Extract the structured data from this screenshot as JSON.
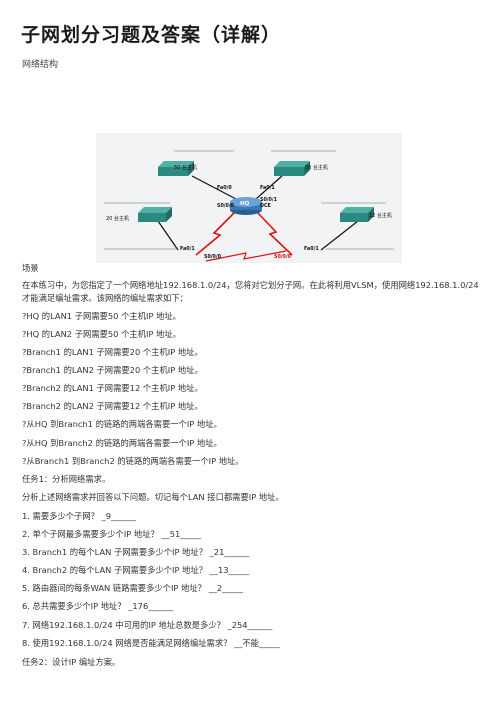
{
  "doc": {
    "title": "子网划分习题及答案（详解）",
    "section_network": "网络结构",
    "section_scene": "场景",
    "intro": "在本练习中，为您指定了一个网络地址192.168.1.0/24，您将对它划分子网。在此将利用VLSM，使用网络192.168.1.0/24 才能满足编址需求。该网络的编址需求如下：",
    "requirements": [
      "?HQ 的LAN1 子网需要50 个主机IP 地址。",
      "?HQ 的LAN2 子网需要50 个主机IP 地址。",
      "?Branch1 的LAN1 子网需要20 个主机IP 地址。",
      "?Branch1 的LAN2 子网需要20 个主机IP 地址。",
      "?Branch2 的LAN1 子网需要12 个主机IP 地址。",
      "?Branch2 的LAN2 子网需要12 个主机IP 地址。",
      "?从HQ 到Branch1 的链路的两端各需要一个IP 地址。",
      "?从HQ 到Branch2 的链路的两端各需要一个IP 地址。",
      "?从Branch1 到Branch2 的链路的两端各需要一个IP 地址。"
    ],
    "task1": "任务1：分析网络需求。",
    "task1_desc": "分析上述网络需求并回答以下问题。切记每个LAN 接口都需要IP 地址。",
    "questions": [
      "1. 需要多少个子网？ _9______",
      "2. 单个子网最多需要多少个IP 地址？ __51_____",
      "3. Branch1 的每个LAN 子网需要多少个IP 地址？ _21______",
      "4. Branch2 的每个LAN 子网需要多少个IP 地址？ __13_____",
      "5. 路由器间的每条WAN 链路需要多少个IP 地址？ __2_____",
      "6. 总共需要多少个IP 地址？ _176______",
      "7. 网络192.168.1.0/24 中可用的IP 地址总数是多少？ _254______",
      "8. 使用192.168.1.0/24 网络是否能满足网络编址需求？ __不能_____"
    ],
    "task2": "任务2：设计IP 编址方案。"
  },
  "diagram": {
    "labels": {
      "hq": "HQ",
      "hosts_50_left": "50 台主机",
      "hosts_50_right": "50 台主机",
      "hosts_20": "20 台主机",
      "hosts_12": "12 台主机",
      "fa00": "Fa0/0",
      "fa01": "Fa0/1",
      "s000": "S0/0/0",
      "s001": "S0/0/1",
      "dce": "DCE",
      "b1_fa01": "Fa0/1",
      "b1_s000": "S0/0/0",
      "b2_label": "S0/0/0",
      "b2_fa01": "Fa0/1"
    },
    "colors": {
      "serial": "#e01010",
      "ethernet": "#111111",
      "router": "#3a78b8",
      "switch": "#2a8a80",
      "background": "#f2f3f4"
    }
  }
}
